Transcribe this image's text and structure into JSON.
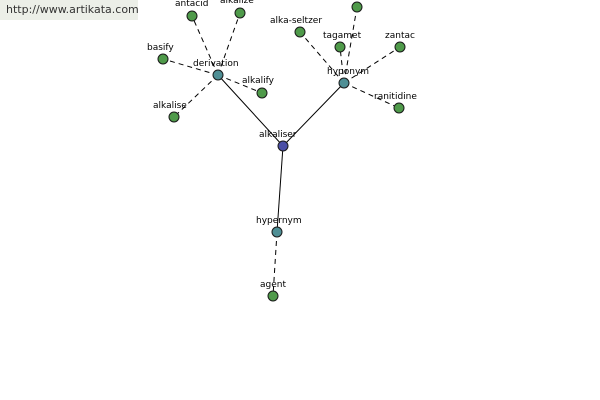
{
  "banner": {
    "url": "http://www.artikata.com"
  },
  "colors": {
    "root": "#4b4fa6",
    "relation": "#4f8f95",
    "term": "#4f9a4a",
    "edge": "#000000"
  },
  "graph": {
    "root": {
      "id": "alkaliser",
      "label": "alkaliser",
      "kind": "root"
    },
    "relations": [
      {
        "id": "derivation",
        "label": "derivation",
        "kind": "relation"
      },
      {
        "id": "hyponym",
        "label": "hyponym",
        "kind": "relation"
      },
      {
        "id": "hypernym",
        "label": "hypernym",
        "kind": "relation"
      }
    ],
    "terms": [
      {
        "id": "antacid",
        "label": "antacid",
        "parent": "derivation"
      },
      {
        "id": "alkalize",
        "label": "alkalize",
        "parent": "derivation"
      },
      {
        "id": "basify",
        "label": "basify",
        "parent": "derivation"
      },
      {
        "id": "alkalify",
        "label": "alkalify",
        "parent": "derivation"
      },
      {
        "id": "alkalise",
        "label": "alkalise",
        "parent": "derivation"
      },
      {
        "id": "unlabeled-top",
        "label": "",
        "parent": "hyponym"
      },
      {
        "id": "alka-seltzer",
        "label": "alka-seltzer",
        "parent": "hyponym"
      },
      {
        "id": "tagamet",
        "label": "tagamet",
        "parent": "hyponym"
      },
      {
        "id": "zantac",
        "label": "zantac",
        "parent": "hyponym"
      },
      {
        "id": "ranitidine",
        "label": "ranitidine",
        "parent": "hyponym"
      },
      {
        "id": "agent",
        "label": "agent",
        "parent": "hypernym"
      }
    ]
  }
}
